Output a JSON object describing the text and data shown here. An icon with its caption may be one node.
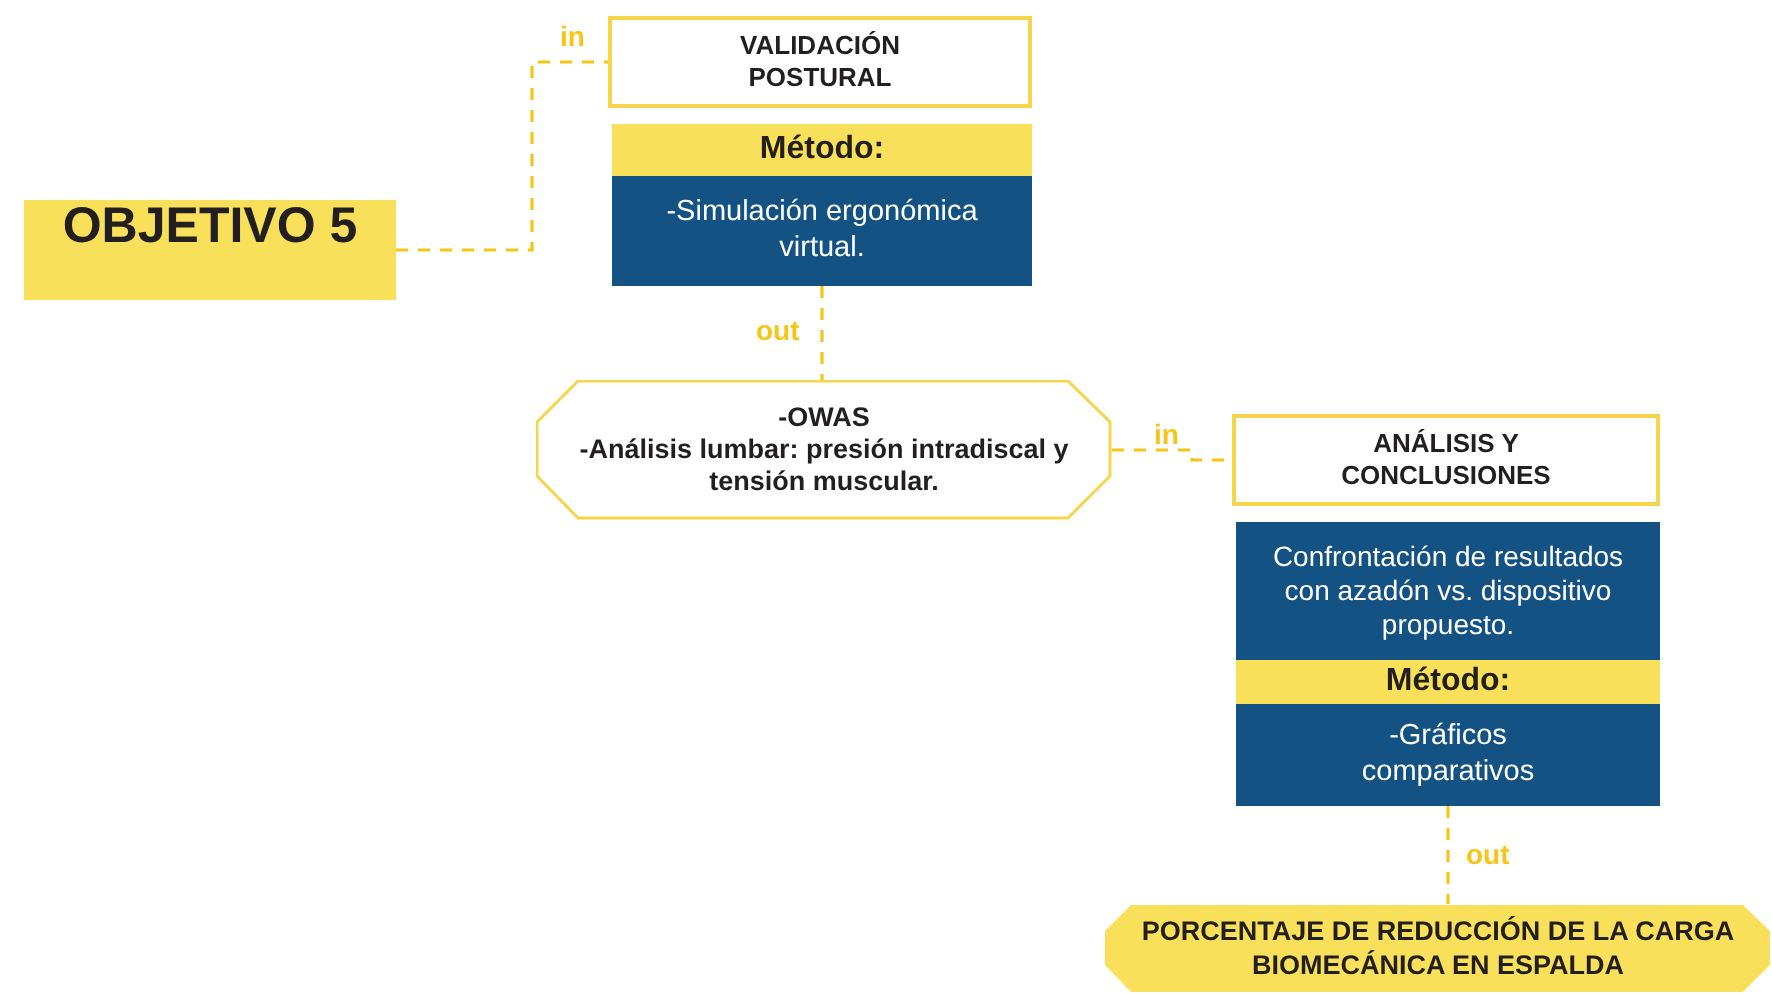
{
  "diagram": {
    "nodes": [
      {
        "text": [
          "OBJETIVO 5"
        ]
      },
      {
        "text": [
          "VALIDACIÓN POSTURAL"
        ]
      },
      {
        "text": [
          "Método:"
        ]
      },
      {
        "text": [
          "-Simulación ergonómica virtual."
        ]
      },
      {
        "text": [
          "-OWAS",
          "-Análisis lumbar: presión intradiscal y tensión muscular."
        ]
      },
      {
        "text": [
          "ANÁLISIS Y CONCLUSIONES"
        ]
      },
      {
        "text": [
          "Confrontación de resultados con azadón vs. dispositivo propuesto."
        ]
      },
      {
        "text": [
          "Método:"
        ]
      },
      {
        "text": [
          "-Gráficos comparativos"
        ]
      },
      {
        "text": [
          "PORCENTAJE DE REDUCCIÓN DE LA CARGA BIOMECÁNICA EN ESPALDA"
        ]
      }
    ],
    "edges": [
      {
        "from": 0,
        "to": 1,
        "arrow": "none",
        "label": "in",
        "style": "dashed"
      },
      {
        "from": 3,
        "to": 4,
        "arrow": "none",
        "label": "out",
        "style": "dashed"
      },
      {
        "from": 4,
        "to": 5,
        "arrow": "none",
        "label": "in",
        "style": "dashed"
      },
      {
        "from": 8,
        "to": 9,
        "arrow": "none",
        "label": "out",
        "style": "dashed"
      }
    ]
  }
}
